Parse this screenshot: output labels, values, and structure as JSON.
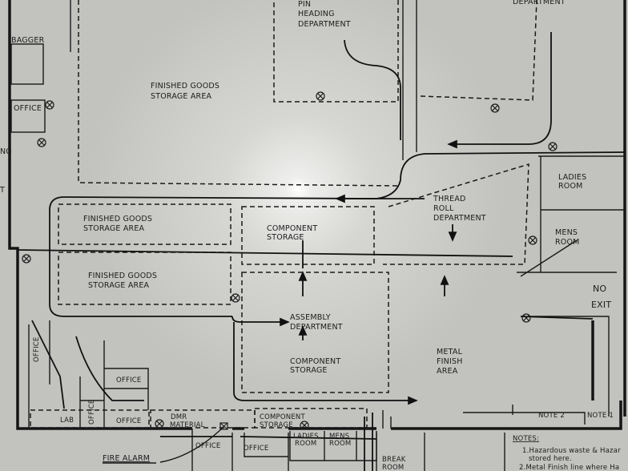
{
  "plan": {
    "labels": {
      "pin_heading": [
        "PIN",
        "HEADING",
        "DEPARTMENT"
      ],
      "top_right_dept": "DEPARTMENT",
      "bagger": "BAGGER",
      "office_top_left": "OFFICE",
      "left_edge_ng": "NG",
      "left_edge_t": "T",
      "finished_goods_top": [
        "FINISHED GOODS",
        "STORAGE AREA"
      ],
      "finished_goods_mid": [
        "FINISHED GOODS",
        "STORAGE AREA"
      ],
      "finished_goods_low": [
        "FINISHED GOODS",
        "STORAGE AREA"
      ],
      "component_storage_upper": [
        "COMPONENT",
        "STORAGE"
      ],
      "component_storage_lower": [
        "COMPONENT",
        "STORAGE"
      ],
      "thread_roll": [
        "THREAD",
        "ROLL",
        "DEPARTMENT"
      ],
      "ladies_room_right": [
        "LADIES",
        "ROOM"
      ],
      "mens_room_right": [
        "MENS",
        "ROOM"
      ],
      "no_exit": [
        "NO",
        "EXIT"
      ],
      "assembly": [
        "ASSEMBLY",
        "DEPARTMENT"
      ],
      "metal_finish": [
        "METAL",
        "FINISH",
        "AREA"
      ],
      "office_left_vertical": "OFFICE",
      "office_lower_left_a": "OFFICE",
      "office_lower_left_b": "OFFICE",
      "office_lower_vertical": "OFFICE",
      "lab": "LAB",
      "dmr_material": [
        "DMR",
        "MATERIAL"
      ],
      "component_storage_bottom": [
        "COMPONENT",
        "STORAGE"
      ],
      "fire_alarm": "FIRE ALARM",
      "office_bottom_a": "OFFICE",
      "office_bottom_b": "OFFICE",
      "ladies_room_bottom": [
        "LADIES",
        "ROOM"
      ],
      "mens_room_bottom": [
        "MENS",
        "ROOM"
      ],
      "break_room": [
        "BREAK",
        "ROOM"
      ],
      "note_2": "NOTE 2",
      "note_1": "NOTE 1"
    },
    "notes": {
      "heading": "NOTES:",
      "lines": [
        "1.Hazardous waste & Hazar",
        "stored here.",
        "2.Metal Finish line where Ha"
      ]
    },
    "symbols": {
      "fire_extinguisher_icon": "circle-x",
      "fire_alarm_icon": "boxed-x"
    },
    "colors": {
      "paper": "#c9cac6",
      "ink": "#1a1a1a"
    }
  }
}
